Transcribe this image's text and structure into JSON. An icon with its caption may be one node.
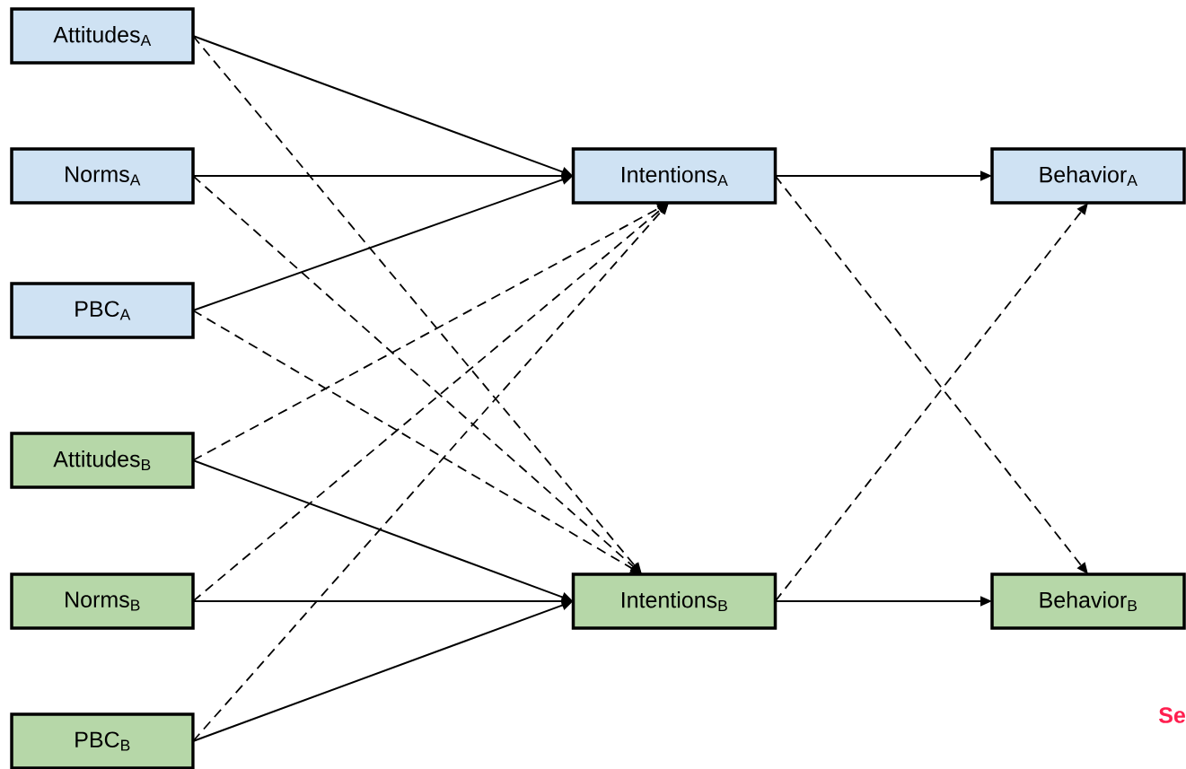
{
  "diagram": {
    "nodes": [
      {
        "text": [
          "Attitudes$_{A}$"
        ]
      },
      {
        "text": [
          "Norms$_{A}$"
        ]
      },
      {
        "text": [
          "PBC$_{A}$"
        ]
      },
      {
        "text": [
          "Attitudes$_{B}$"
        ]
      },
      {
        "text": [
          "Norms$_{B}$"
        ]
      },
      {
        "text": [
          "PBC$_{B}$"
        ]
      },
      {
        "text": [
          "Intentions$_{A}$"
        ]
      },
      {
        "text": [
          "Intentions$_{B}$"
        ]
      },
      {
        "text": [
          "Behavior$_{A}$"
        ]
      },
      {
        "text": [
          "Behavior$_{B}$"
        ]
      }
    ],
    "edges": [
      {
        "from": 0,
        "to": 6,
        "arrow": "to"
      },
      {
        "from": 1,
        "to": 6,
        "arrow": "to"
      },
      {
        "from": 2,
        "to": 6,
        "arrow": "to"
      },
      {
        "from": 0,
        "to": 7,
        "arrow": "to",
        "style": "dashed"
      },
      {
        "from": 1,
        "to": 7,
        "arrow": "to",
        "style": "dashed"
      },
      {
        "from": 2,
        "to": 7,
        "arrow": "to",
        "style": "dashed"
      },
      {
        "from": 3,
        "to": 6,
        "arrow": "to",
        "style": "dashed"
      },
      {
        "from": 4,
        "to": 6,
        "arrow": "to",
        "style": "dashed"
      },
      {
        "from": 5,
        "to": 6,
        "arrow": "to",
        "style": "dashed"
      },
      {
        "from": 3,
        "to": 7,
        "arrow": "to"
      },
      {
        "from": 4,
        "to": 7,
        "arrow": "to"
      },
      {
        "from": 5,
        "to": 7,
        "arrow": "to"
      },
      {
        "from": 6,
        "to": 8,
        "arrow": "to"
      },
      {
        "from": 6,
        "to": 9,
        "arrow": "to",
        "style": "dashed"
      },
      {
        "from": 7,
        "to": 8,
        "arrow": "to",
        "style": "dashed"
      },
      {
        "from": 7,
        "to": 9,
        "arrow": "to"
      }
    ],
    "labels": [
      "Se"
    ]
  }
}
